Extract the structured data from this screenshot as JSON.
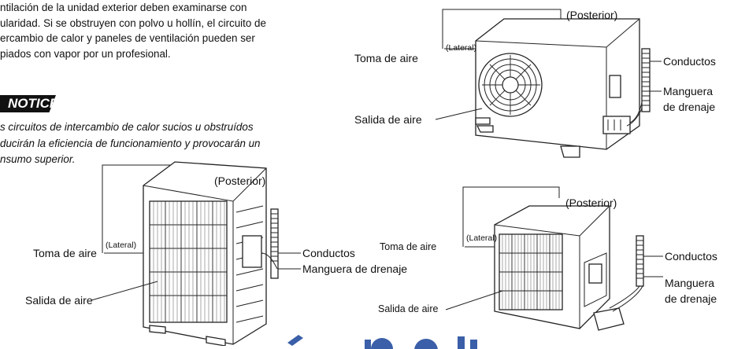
{
  "document": {
    "intro_paragraph": "ntilación de la unidad exterior deben examinarse con\nularidad. Si se obstruyen con polvo u hollín, el circuito de\nercambio de calor y paneles de ventilación pueden ser\npiados con vapor por un profesional.",
    "notice_label": "NOTICE",
    "notice_text": "s circuitos de intercambio de calor sucios u obstruídos\nducirán la eficiencia de funcionamiento y provocarán un\nnsumo superior."
  },
  "figure_top_right": {
    "posterior": "(Posterior)",
    "lateral": "(Lateral)",
    "air_intake": "Toma de aire",
    "air_outlet": "Salida de aire",
    "ducts": "Conductos",
    "drain_hose_line1": "Manguera",
    "drain_hose_line2": "de drenaje"
  },
  "figure_bottom_left": {
    "posterior": "(Posterior)",
    "lateral": "(Lateral)",
    "air_intake": "Toma de aire",
    "air_outlet": "Salida de aire",
    "ducts": "Conductos",
    "drain_hose": "Manguera de drenaje"
  },
  "figure_bottom_right": {
    "posterior": "(Posterior)",
    "lateral": "(Lateral)",
    "air_intake": "Toma de aire",
    "air_outlet": "Salida de aire",
    "ducts": "Conductos",
    "drain_hose_line1": "Manguera",
    "drain_hose_line2": "de drenaje"
  },
  "colors": {
    "ink": "#111111",
    "watermark": "#3b5fa8"
  }
}
